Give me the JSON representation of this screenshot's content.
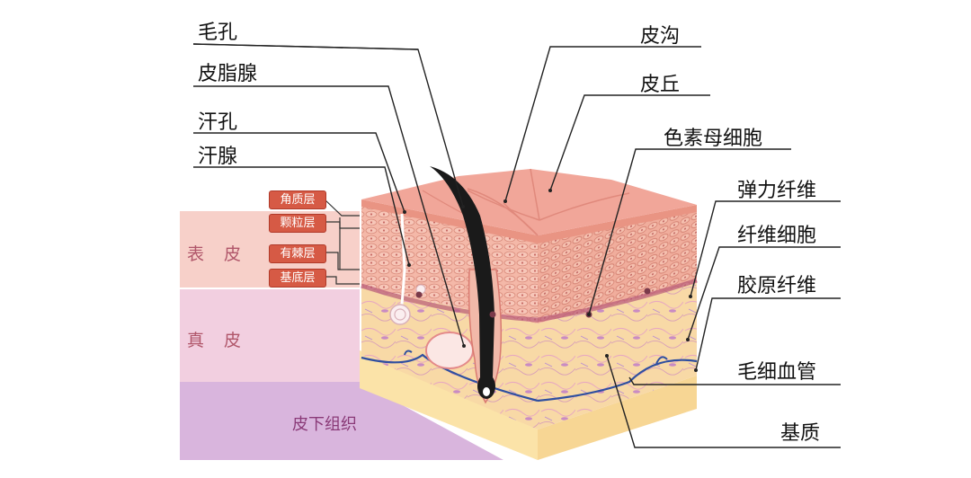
{
  "labels": {
    "left": [
      "毛孔",
      "皮脂腺",
      "汗孔",
      "汗腺"
    ],
    "right": [
      "皮沟",
      "皮丘",
      "色素母细胞",
      "弹力纤维",
      "纤维细胞",
      "胶原纤维",
      "毛细血管",
      "基质"
    ]
  },
  "layers": {
    "epidermis": "表皮",
    "dermis": "真皮",
    "subcutaneous": "皮下组织",
    "sublayers": [
      "角质层",
      "颗粒层",
      "有棘层",
      "基底层"
    ]
  },
  "colors": {
    "epidermis_band": "#f7d0c9",
    "dermis_band": "#f2cfe0",
    "subcutaneous_band": "#d9b5dd",
    "tag": "#d65a45",
    "block_top": "#f1a699",
    "dermis_tissue": "#f8d9a6",
    "hair": "#1a1a1a"
  }
}
